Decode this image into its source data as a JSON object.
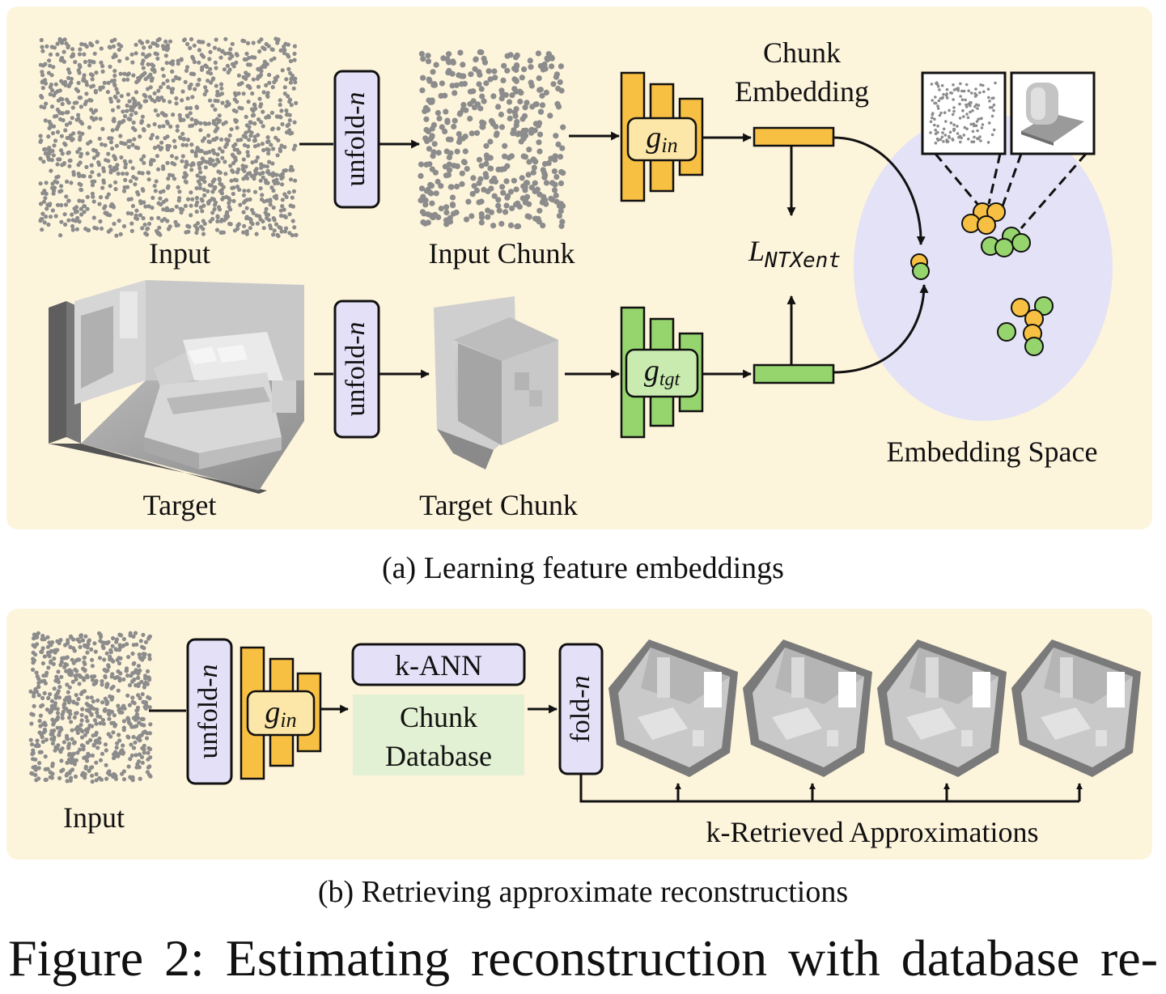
{
  "panel_a": {
    "input_label": "Input",
    "input_chunk_label": "Input Chunk",
    "target_label": "Target",
    "target_chunk_label": "Target Chunk",
    "unfold_label": "unfold-",
    "unfold_var": "n",
    "encoder_in_main": "g",
    "encoder_in_sub": "in",
    "encoder_tgt_main": "g",
    "encoder_tgt_sub": "tgt",
    "chunk_embedding_line1": "Chunk",
    "chunk_embedding_line2": "Embedding",
    "loss_main": "L",
    "loss_sub": "NTXent",
    "embedding_space_label": "Embedding Space",
    "caption": "(a) Learning feature embeddings"
  },
  "panel_b": {
    "input_label": "Input",
    "unfold_label": "unfold-",
    "unfold_var": "n",
    "encoder_main": "g",
    "encoder_sub": "in",
    "kann_label": "k-ANN",
    "database_line1": "Chunk",
    "database_line2": "Database",
    "fold_label": "fold-",
    "fold_var": "n",
    "retrieved_label": "k-Retrieved Approximations",
    "caption": "(b) Retrieving approximate reconstructions"
  },
  "figure_caption": "Figure 2:  Estimating reconstruction with database re-",
  "colors": {
    "panel_bg": "#fdf4dc",
    "encoder_orange": "#f8c043",
    "encoder_green": "#96d46e",
    "unfold_box": "#e4e0f8",
    "database_box": "#e2f0d3",
    "embedding_space": "#e4e2f6"
  }
}
